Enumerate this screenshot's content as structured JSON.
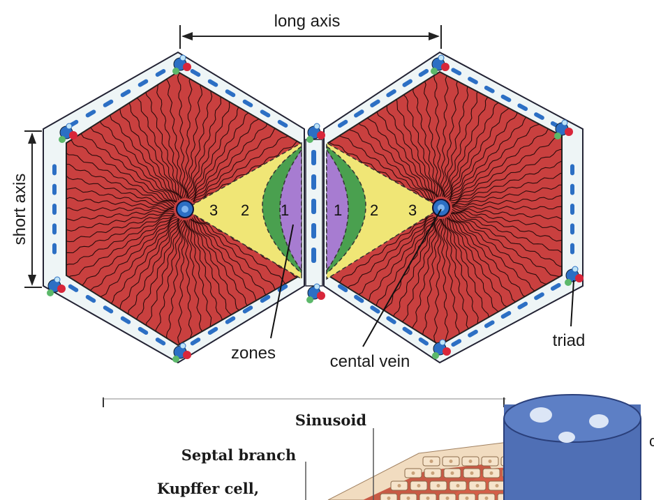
{
  "top_diagram": {
    "long_axis_label": "long axis",
    "short_axis_label": "short axis",
    "zones_label": "zones",
    "central_vein_label": "cental vein",
    "triad_label": "triad",
    "left_lobule_zones": [
      "3",
      "2",
      "1"
    ],
    "right_lobule_zones": [
      "1",
      "2",
      "3"
    ]
  },
  "bottom_diagram": {
    "sinusoid_label": "Sinusoid",
    "septal_branch_label": "Septal branch",
    "kupffer_cell_label": "Kupffer cell,",
    "edge_letter": "c"
  },
  "colors": {
    "parenchyma": "#c9403f",
    "capsule": "#eef5f6",
    "zone1": "#a77cd1",
    "zone2": "#4aa04f",
    "zone3": "#f0e676",
    "vessel_blue": "#2c6fc4",
    "portal_vein_tube": "#4f6fb5"
  }
}
